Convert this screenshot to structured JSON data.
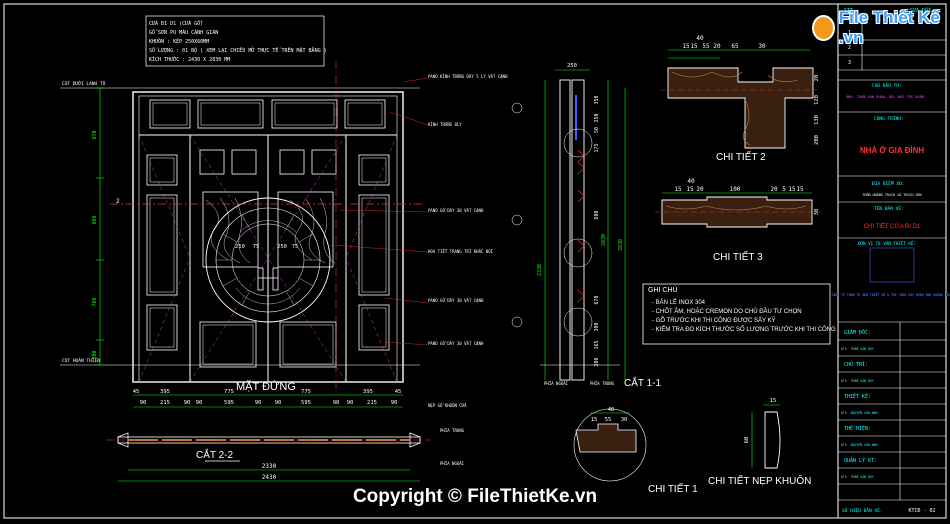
{
  "watermark": {
    "logo_text": "File Thiết Kế .vn",
    "copyright": "Copyright © FileThietKe.vn"
  },
  "note_box": {
    "lines": [
      "CỬA ĐI D1 (CỬA GỖ)",
      "GỖ SƠN PU MÀU CÁNH GIÁN",
      "KHUÔN : KÉP 250X60MM",
      "SỐ LƯỢNG : 01 BỘ  ( XEM LẠI CHIỀU MỞ THỰC TẾ TRÊN MẶT BẰNG )",
      "KÍCH THƯỚC : 2430 X 2830 MM"
    ]
  },
  "elevation": {
    "title": "MẶT ĐỨNG",
    "level_top": "COT DƯỚI LANH TÔ",
    "level_bottom": "COT HOÀN THIỆN",
    "left_dims": [
      "870",
      "880",
      "780",
      "300"
    ],
    "dims_top_row": [
      "45",
      "395",
      "775",
      "775",
      "395",
      "45"
    ],
    "dims_bottom_row": [
      "90",
      "215",
      "90",
      "90",
      "595",
      "90",
      "90",
      "595",
      "90",
      "90",
      "215",
      "90"
    ],
    "arch_dims": [
      "250",
      "75",
      "250",
      "75"
    ],
    "labels": [
      "PANO KÍNH TRẮNG DÀY 5 LY VÁT CẠNH",
      "KÍNH TRẮNG 8LY",
      "PANO GỖ DÀY 30 VÁT CẠNH",
      "HOA TIẾT TRANG TRÍ KHẮC NỔI",
      "PANO GỖ DÀY 30 VÁT CẠNH",
      "PANO GỖ DÀY 30 VÁT CẠNH",
      "NẸP GỖ KHUÔN CỬA",
      "PHÍA TRONG",
      "PHÍA NGOÀI"
    ],
    "section_mark": "2"
  },
  "section_2_2": {
    "title": "CẮT 2-2",
    "dims": [
      "2330",
      "2430"
    ]
  },
  "section_1_1": {
    "title": "CẮT 1-1",
    "left_dims": [
      "2330"
    ],
    "right_dims": [
      "2830",
      "2830"
    ],
    "top_dim": "250",
    "small_dims": [
      "350",
      "250",
      "50",
      "175",
      "600",
      "670",
      "300",
      "165",
      "200"
    ],
    "labels": [
      "PHÍA NGOÀI",
      "PHÍA TRONG"
    ]
  },
  "detail_1": {
    "title": "CHI TIẾT 1",
    "dims": [
      "40",
      "15",
      "55",
      "30"
    ]
  },
  "detail_2": {
    "title": "CHI TIẾT 2",
    "dims": [
      "40",
      "15",
      "15",
      "55",
      "20",
      "65",
      "30"
    ],
    "side_dims": [
      "20",
      "120",
      "130",
      "200"
    ]
  },
  "detail_3": {
    "title": "CHI TIẾT 3",
    "dims": [
      "40",
      "15",
      "15",
      "20",
      "100",
      "20",
      "5",
      "15",
      "15"
    ],
    "side_dims": [
      "30"
    ]
  },
  "detail_trim": {
    "title": "CHI TIẾT NẸP KHUÔN",
    "dims": [
      "15",
      "60"
    ]
  },
  "notes": {
    "heading": "GHI CHÚ",
    "items": [
      "- BẢN LỀ INOX 304",
      "- CHỐT ÂM, HOẶC CREMON DO CHỦ ĐẦU TƯ CHỌN",
      "- GỖ TRƯỚC KHI THI CÔNG ĐƯỢC SẤY KỸ",
      "- KIỂM TRA ĐO KÍCH THƯỚC SỐ LƯỢNG TRƯỚC KHI THI CÔNG"
    ]
  },
  "title_block": {
    "revision_header": [
      "STT",
      "SỬA ĐỔI"
    ],
    "revision_rows": [
      "1",
      "2",
      "3"
    ],
    "owner_label": "CHỦ ĐẦU TƯ:",
    "owner_value": "ÔNG: TRẦN VĂN KHOA, BÀ: NGÔ THỊ XUÂN",
    "project_label": "CÔNG TRÌNH:",
    "project_value": "NHÀ Ở GIA ĐÌNH",
    "location_label": "ĐỊA ĐIỂM XD:",
    "location_value": "THÔN HOÀNG TRẠCH XÃ TRẠCH SƠN",
    "drawing_label": "TÊN BẢN VẼ:",
    "drawing_value": "CHI TIẾT CỬA ĐI D1",
    "designer_label": "ĐƠN VỊ TƯ VẤN THIẾT KẾ:",
    "company_value": "CÔNG TY TNHH TƯ VẤN THIẾT KẾ & THI CÔNG XÂY DỰNG VHK QUẢNG BÌNH",
    "roles": [
      {
        "role": "GIÁM ĐỐC:",
        "name": "KTS. TRẦN VĂN HUY"
      },
      {
        "role": "CHỦ TRÌ:",
        "name": "KTS. TRẦN VĂN HUY"
      },
      {
        "role": "THIẾT KẾ:",
        "name": "KTS. NGUYỄN VĂN NAM"
      },
      {
        "role": "THỂ HIỆN:",
        "name": "KTS. NGUYỄN VĂN NAM"
      },
      {
        "role": "QUẢN LÝ KT:",
        "name": "KTS. TRẦN VĂN HUY"
      }
    ],
    "sheet_label": "SỐ HIỆU BẢN VẼ:",
    "sheet_value": "KTCĐ - 02"
  },
  "colors": {
    "bg": "#000000",
    "line": "#ffffff",
    "dim": "#00ff00",
    "text": "#ffff00",
    "cyan": "#00ffff",
    "red": "#ff3030",
    "magenta": "#ff40ff",
    "blue": "#4060ff",
    "hatch": "#c08040"
  }
}
